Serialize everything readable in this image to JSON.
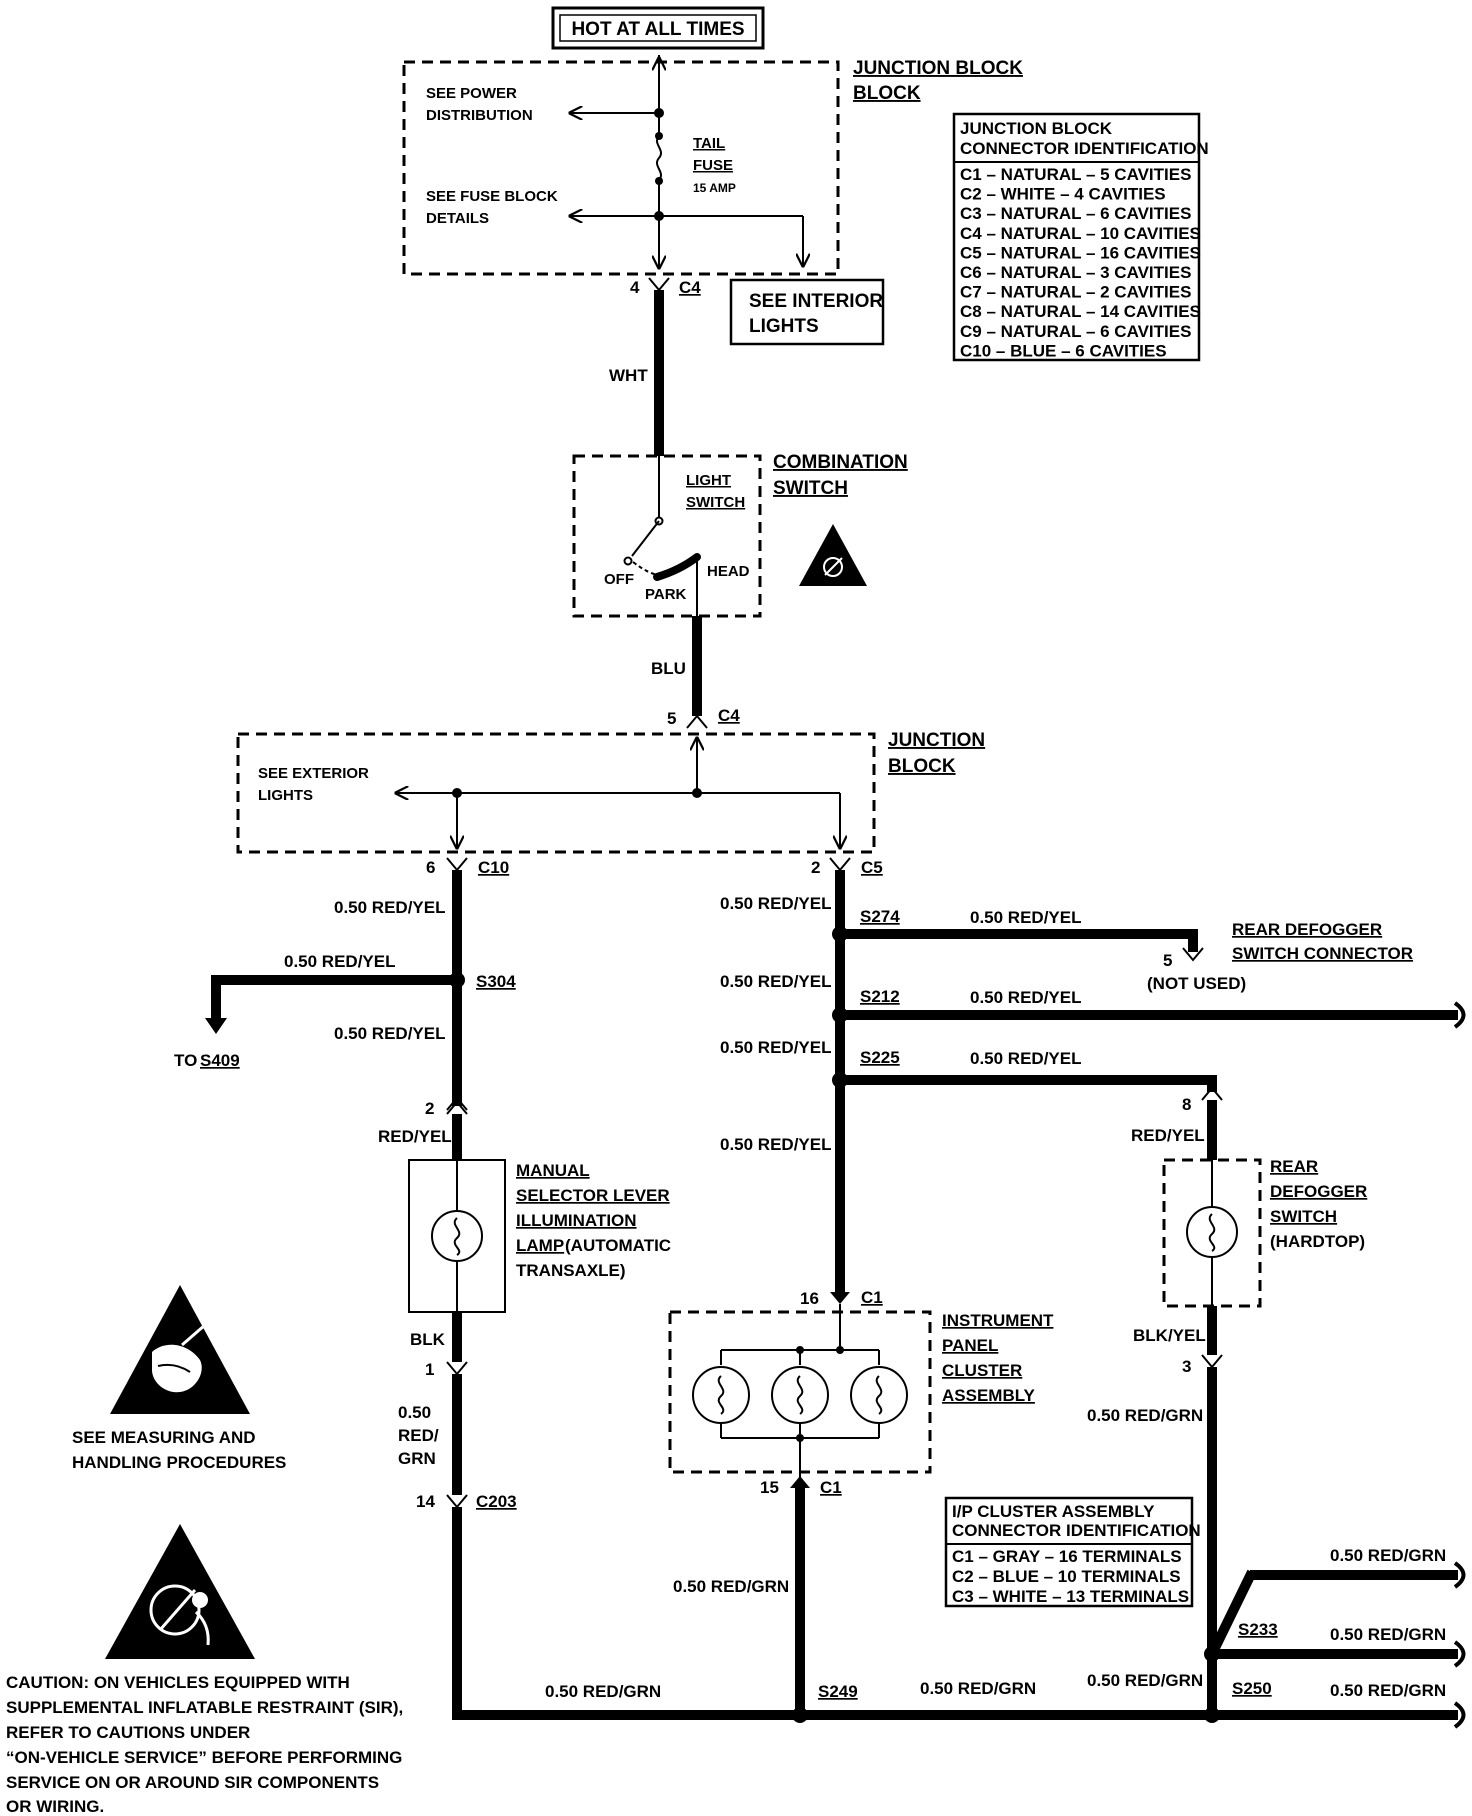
{
  "title": "HOT AT ALL TIMES",
  "junction_block_top": {
    "name": "JUNCTION BLOCK",
    "see_power": [
      "SEE POWER",
      "DISTRIBUTION"
    ],
    "fuse": [
      "TAIL",
      "FUSE",
      "15 AMP"
    ],
    "see_fuse_block": [
      "SEE FUSE BLOCK",
      "DETAILS"
    ],
    "pin": "4",
    "connector": "C4"
  },
  "see_interior": [
    "SEE INTERIOR",
    "LIGHTS"
  ],
  "jb_connector_table": {
    "title": [
      "JUNCTION BLOCK",
      "CONNECTOR IDENTIFICATION"
    ],
    "rows": [
      "C1 – NATURAL – 5 CAVITIES",
      "C2 – WHITE – 4 CAVITIES",
      "C3 – NATURAL – 6 CAVITIES",
      "C4 – NATURAL – 10 CAVITIES",
      "C5 – NATURAL – 16 CAVITIES",
      "C6 – NATURAL – 3 CAVITIES",
      "C7 – NATURAL – 2 CAVITIES",
      "C8 – NATURAL – 14 CAVITIES",
      "C9 – NATURAL – 6 CAVITIES",
      "C10 – BLUE – 6 CAVITIES"
    ]
  },
  "wire_wht": "WHT",
  "combination_switch": {
    "name": [
      "COMBINATION",
      "SWITCH"
    ],
    "light_switch": [
      "LIGHT",
      "SWITCH"
    ],
    "off": "OFF",
    "park": "PARK",
    "head": "HEAD"
  },
  "wire_blu": "BLU",
  "junction_block_mid": {
    "name": [
      "JUNCTION",
      "BLOCK"
    ],
    "in_pin": "5",
    "in_conn": "C4",
    "see_exterior": [
      "SEE EXTERIOR",
      "LIGHTS"
    ],
    "left_pin": "6",
    "left_conn": "C10",
    "right_pin": "2",
    "right_conn": "C5"
  },
  "wires": {
    "red_yel_050": "0.50 RED/YEL",
    "red_yel": "RED/YEL",
    "red_grn_050": "0.50 RED/GRN",
    "red_grn_split": [
      "0.50",
      "RED/",
      "GRN"
    ],
    "blk": "BLK",
    "blk_yel": "BLK/YEL"
  },
  "splices": {
    "s304": "S304",
    "s274": "S274",
    "s212": "S212",
    "s225": "S225",
    "s233": "S233",
    "s249": "S249",
    "s250": "S250"
  },
  "to_s409": [
    "TO",
    "S409"
  ],
  "rear_defogger_connector": {
    "name": [
      "REAR DEFOGGER",
      "SWITCH CONNECTOR"
    ],
    "pin": "5",
    "note": "(NOT USED)"
  },
  "manual_selector": {
    "pin_top": "2",
    "pin_bottom": "1",
    "name": [
      "MANUAL",
      "SELECTOR LEVER",
      "ILLUMINATION",
      "LAMP"
    ],
    "extra": [
      "(AUTOMATIC",
      "TRANSAXLE)"
    ]
  },
  "c203": {
    "pin": "14",
    "conn": "C203"
  },
  "ip_cluster": {
    "pin_top": "16",
    "conn_top": "C1",
    "pin_bottom": "15",
    "conn_bottom": "C1",
    "name": [
      "INSTRUMENT",
      "PANEL",
      "CLUSTER",
      "ASSEMBLY"
    ]
  },
  "rear_defogger_switch": {
    "pin_top": "8",
    "pin_bottom": "3",
    "name": [
      "REAR",
      "DEFOGGER",
      "SWITCH"
    ],
    "extra": "(HARDTOP)"
  },
  "ip_connector_table": {
    "title": [
      "I/P CLUSTER ASSEMBLY",
      "CONNECTOR IDENTIFICATION"
    ],
    "rows": [
      "C1 – GRAY – 16 TERMINALS",
      "C2 – BLUE – 10 TERMINALS",
      "C3 – WHITE – 13 TERMINALS"
    ]
  },
  "measuring_note": [
    "SEE MEASURING AND",
    "HANDLING PROCEDURES"
  ],
  "caution": [
    "CAUTION:  ON VEHICLES EQUIPPED WITH",
    "SUPPLEMENTAL INFLATABLE RESTRAINT (SIR),",
    "REFER TO CAUTIONS UNDER",
    "“ON-VEHICLE SERVICE” BEFORE PERFORMING",
    "SERVICE ON OR AROUND SIR COMPONENTS",
    "OR WIRING."
  ]
}
